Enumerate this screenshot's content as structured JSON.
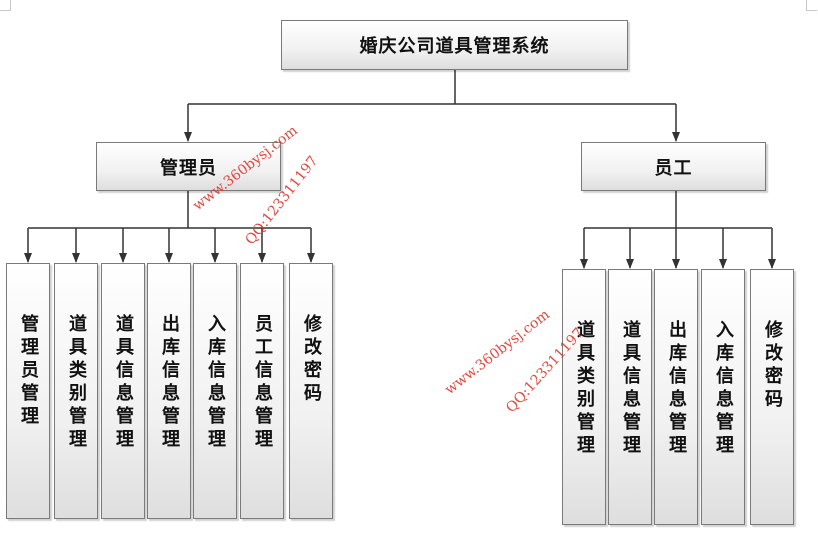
{
  "root": {
    "label": "婚庆公司道具管理系统"
  },
  "roles": [
    {
      "label": "管理员",
      "children": [
        "管理员管理",
        "道具类别管理",
        "道具信息管理",
        "出库信息管理",
        "入库信息管理",
        "员工信息管理",
        "修改密码"
      ]
    },
    {
      "label": "员工",
      "children": [
        "道具类别管理",
        "道具信息管理",
        "出库信息管理",
        "入库信息管理",
        "修改密码"
      ]
    }
  ],
  "watermarks": {
    "site": "www.360bysj.com",
    "qq": "QQ:123311197"
  }
}
